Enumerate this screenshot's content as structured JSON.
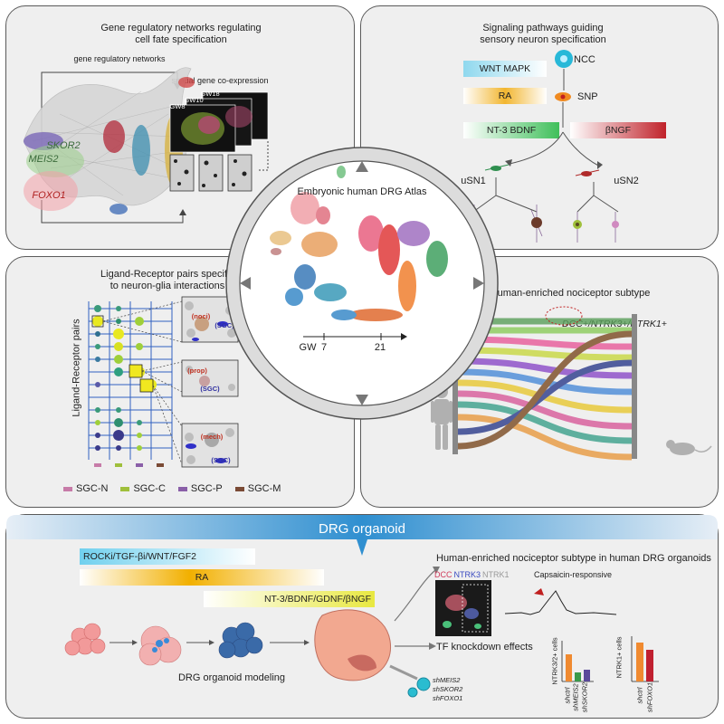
{
  "panels": {
    "grn": {
      "title_line1": "Gene regulatory networks regulating",
      "title_line2": "cell fate specification",
      "network_label": "gene regulatory networks",
      "coexpr_label": "spatial gene co-expression",
      "gw_labels": [
        "GW8",
        "GW10",
        "GW18"
      ],
      "genes": [
        "SKOR2",
        "MEIS2",
        "FOXO1"
      ]
    },
    "signaling": {
      "title_line1": "Signaling pathways guiding",
      "title_line2": "sensory neuron specification",
      "wnt": "WNT MAPK",
      "ra": "RA",
      "nt3": "NT-3 BDNF",
      "bngf": "βNGF",
      "ncc": "NCC",
      "snp": "SNP",
      "usn1": "uSN1",
      "usn2": "uSN2"
    },
    "atlas": {
      "title": "Embryonic human DRG Atlas",
      "gw": "GW",
      "gw_start": "7",
      "gw_end": "21"
    },
    "ligand": {
      "title_line1": "Ligand-Receptor pairs specific",
      "title_line2": "to neuron-glia interactions",
      "ylabel": "Ligand-Receptor pairs",
      "noci": "(noci)",
      "prop": "(prop)",
      "mech": "(mech)",
      "sgc": "(SGC)",
      "legend": [
        {
          "label": "SGC-N",
          "color": "#c77ba8"
        },
        {
          "label": "SGC-C",
          "color": "#9fbf3b"
        },
        {
          "label": "SGC-P",
          "color": "#8a5fa8"
        },
        {
          "label": "SGC-M",
          "color": "#7a4a35"
        }
      ]
    },
    "nociceptor": {
      "title": "Human-enriched nociceptor subtype",
      "label": "DCC+/NTRK3+/NTRK1+"
    },
    "organoid": {
      "title": "DRG organoid",
      "rock": "ROCKi/TGF-βi/WNT/FGF2",
      "ra": "RA",
      "nt3": "NT-3/BDNF/GDNF/βNGF",
      "modeling": "DRG organoid modeling",
      "subtype": "Human-enriched nociceptor subtype in human DRG organoids",
      "dcc": "DCC",
      "ntrk3": "NTRK3",
      "ntrk1": "NTRK1",
      "capsaicin": "Capsaicin-responsive",
      "tf": "TF knockdown effects",
      "sh": [
        "shMEIS2",
        "shSKOR2",
        "shFOXO1"
      ],
      "ylabel1": "NTRK3/2+ cells",
      "ylabel2": "NTRK1+ cells",
      "bar1_labels": [
        "shctrl",
        "shMEIS2",
        "shSKOR2"
      ],
      "bar2_labels": [
        "shctrl",
        "shFOXO1"
      ]
    }
  }
}
